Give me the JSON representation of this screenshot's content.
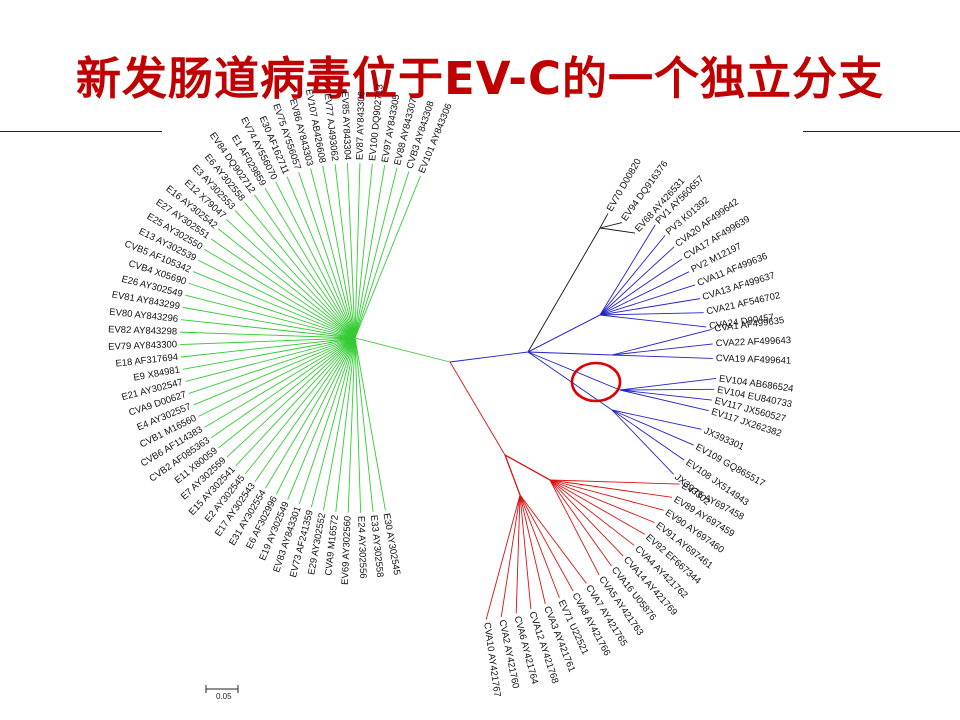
{
  "title": "新发肠道病毒位于EV-C的一个独立分支",
  "scale_label": "0.05",
  "colors": {
    "title": "#c00000",
    "green_clade": "#33cc33",
    "blue_clade": "#2222cc",
    "red_clade": "#dd1111",
    "black_clade": "#111111",
    "highlight": "#dd0000"
  },
  "clades": {
    "black": [
      "EV70 D00820",
      "EV94 DQ916376",
      "EV68 AY426531"
    ],
    "blue": [
      "PV1 AY560657",
      "PV3 K01392",
      "CVA20 AF499642",
      "CVA17 AF499639",
      "PV2 M12197",
      "CVA11 AF499636",
      "CVA13 AF499637",
      "CVA21 AF546702",
      "CVA24 D90457",
      "CVA1 AF499635",
      "CVA22 AF499643",
      "CVA19 AF499641",
      "EV104 AB686524",
      "EV104 EU840733",
      "EV117 JX560527",
      "EV117 JX262382",
      "JX393301",
      "EV109 GQ865517",
      "EV108 JX514943",
      "JX393302"
    ],
    "red": [
      "EV76 AY697458",
      "EV89 AY697459",
      "EV90 AY697460",
      "EV91 AY697461",
      "EV92 EF667344",
      "CVA4 AY421762",
      "CVA14 AY421769",
      "CVA16 U05876",
      "CVA5 AY421763",
      "CVA7 AY421765",
      "CVA8 AY421766",
      "EV71 U22521",
      "CVA3 AY421761",
      "CVA12 AY421768",
      "CVA6 AY421764",
      "CVA2 AY421760",
      "CVA10 AY421767"
    ],
    "green": [
      "E30 AY302545",
      "E33 AY302558",
      "E24 AY302556",
      "EV69 AY302560",
      "CVA9 M16572",
      "E29 AY302552",
      "EV73 AF241359",
      "EV83 AY843301",
      "E19 AY302549",
      "E6 AF302996",
      "E31 AY302554",
      "E17 AY302543",
      "E2 AY302545",
      "E15 AY302541",
      "E7 AY302559",
      "E11 X80059",
      "CVB2 AF085363",
      "CVB6 AF114383",
      "CVB1 M16560",
      "E4 AY302557",
      "CVA9 D00627",
      "E21 AY302547",
      "E9 X84981",
      "E18 AF317694",
      "EV79 AY843300",
      "EV82 AY843298",
      "EV80 AY843296",
      "EV81 AY843299",
      "E26 AY302549",
      "CVB4 X05690",
      "CVB5 AF105342",
      "E13 AY302539",
      "E25 AY302550",
      "E27 AY302551",
      "E16 AY302542",
      "E12 X79047",
      "E3 AY302553",
      "E6 AY302558",
      "EV84 DQ902712",
      "E1 AF029859",
      "EV74 AY556070",
      "E30 AF162711",
      "EV75 AY556057",
      "EV86 AY843303",
      "EV107 AB426608",
      "EV77 AJ493062",
      "EV85 AY843304",
      "EV87 AY843306",
      "EV100 DQ902713",
      "EV97 AY843305",
      "EV88 AY843307",
      "CVB3 AY843308",
      "EV101 AY843306"
    ]
  }
}
